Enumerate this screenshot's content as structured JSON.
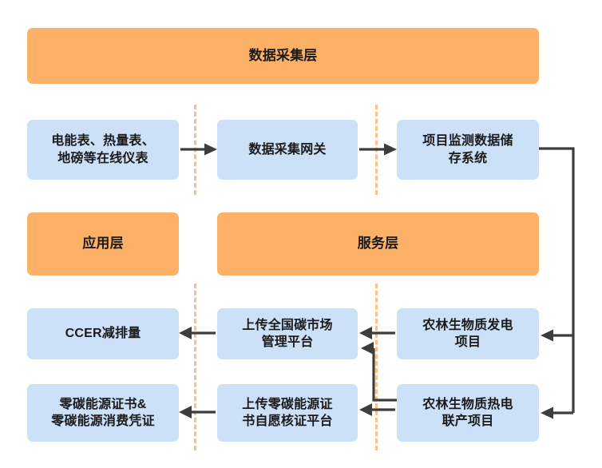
{
  "diagram": {
    "title": "",
    "colors": {
      "layer_fill": "#fcb167",
      "process_fill": "#cce0f8",
      "divider": "#f9c08a",
      "edge": "#3d3d3d",
      "text": "#1a1a1a",
      "background": "#ffffff"
    },
    "layers": [
      {
        "id": "data-collection-layer",
        "label": "数据采集层"
      },
      {
        "id": "application-layer",
        "label": "应用层"
      },
      {
        "id": "service-layer",
        "label": "服务层"
      }
    ],
    "nodes": [
      {
        "id": "meters",
        "label": "电能表、热量表、\n地磅等在线仪表"
      },
      {
        "id": "gateway",
        "label": "数据采集网关"
      },
      {
        "id": "storage",
        "label": "项目监测数据储\n存系统"
      },
      {
        "id": "ccer",
        "label": "CCER减排量"
      },
      {
        "id": "upload-national-carbon-market",
        "label": "上传全国碳市场\n管理平台"
      },
      {
        "id": "biomass-power",
        "label": "农林生物质发电\n项目"
      },
      {
        "id": "zero-carbon-certificate",
        "label": "零碳能源证书&\n零碳能源消费凭证"
      },
      {
        "id": "upload-zero-carbon-platform",
        "label": "上传零碳能源证\n书自愿核证平台"
      },
      {
        "id": "biomass-chp",
        "label": "农林生物质热电\n联产项目"
      }
    ],
    "edges": [
      {
        "from": "meters",
        "to": "gateway"
      },
      {
        "from": "gateway",
        "to": "storage"
      },
      {
        "from": "storage",
        "to": "biomass-power"
      },
      {
        "from": "storage",
        "to": "biomass-chp"
      },
      {
        "from": "biomass-power",
        "to": "upload-national-carbon-market"
      },
      {
        "from": "biomass-chp",
        "to": "upload-national-carbon-market"
      },
      {
        "from": "biomass-chp",
        "to": "upload-zero-carbon-platform"
      },
      {
        "from": "upload-national-carbon-market",
        "to": "ccer"
      },
      {
        "from": "upload-zero-carbon-platform",
        "to": "zero-carbon-certificate"
      }
    ],
    "dividers": [
      {
        "id": "divider-left"
      },
      {
        "id": "divider-right"
      }
    ]
  }
}
